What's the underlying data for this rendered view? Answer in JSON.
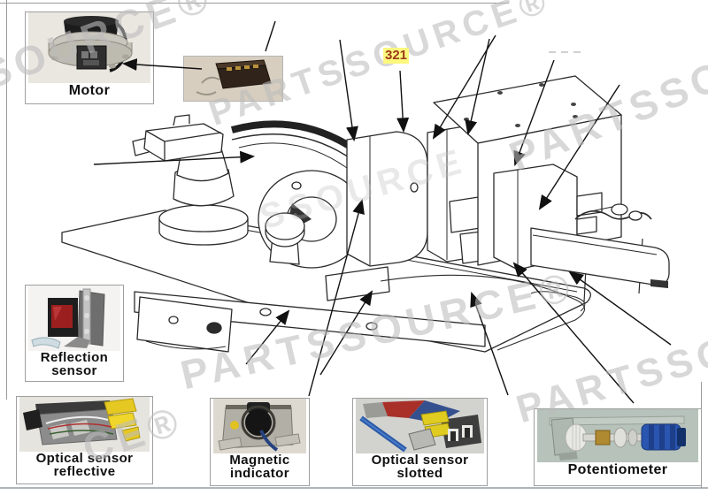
{
  "diagram": {
    "highlight_ref": "321",
    "watermark_fragments": [
      "SSOURCE®",
      "PARTSSOURCE®",
      "PARTSSO",
      "SSOURCE",
      "PARTSSOURCE®",
      "CE®",
      "PARTSSO"
    ],
    "labels": {
      "motor": "Motor",
      "reflection_sensor": [
        "Reflection",
        "sensor"
      ],
      "optical_reflective": [
        "Optical sensor",
        "reflective"
      ],
      "magnetic_indicator": [
        "Magnetic",
        "indicator"
      ],
      "optical_slotted": [
        "Optical sensor",
        "slotted"
      ],
      "potentiometer": "Potentiometer"
    },
    "colors": {
      "highlight_bg": "#fdf87e",
      "highlight_text": "#9c3a1c",
      "watermark": "#bcbcbc",
      "line_art": "#2b2b2b"
    }
  }
}
